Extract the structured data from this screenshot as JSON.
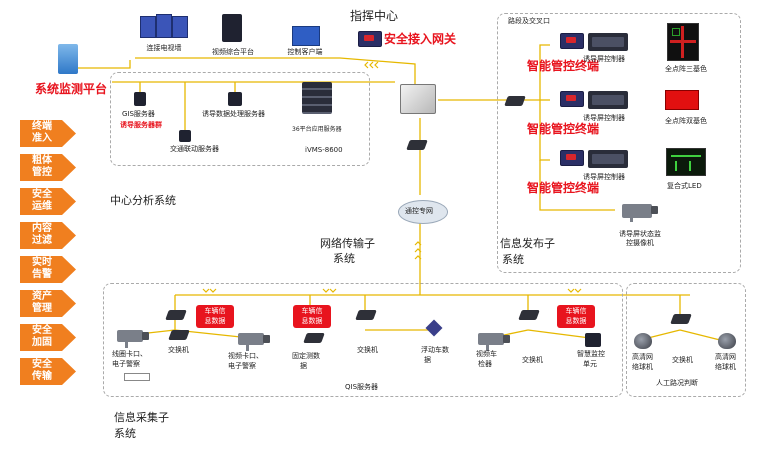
{
  "top": {
    "command_center": "指挥中心",
    "security_gateway": "安全接入网关",
    "video_wall": "连接电视墙",
    "video_platform": "视频综合平台",
    "control_client": "控制客户端"
  },
  "monitor_platform": "系统监测平台",
  "center": {
    "gis_server": "GIS服务器",
    "guide_server_group": "诱导服务器群",
    "guide_data_server": "诱导数据处理服务器",
    "platform_server": "36平台应用服务器",
    "traffic_server": "交通联动服务器",
    "ivms": "iVMS-8600",
    "section_title": "中心分析系统"
  },
  "side_labels": [
    {
      "l1": "终端",
      "l2": "准入"
    },
    {
      "l1": "粗体",
      "l2": "管控"
    },
    {
      "l1": "安全",
      "l2": "运维"
    },
    {
      "l1": "内容",
      "l2": "过滤"
    },
    {
      "l1": "实时",
      "l2": "告警"
    },
    {
      "l1": "资产",
      "l2": "管理"
    },
    {
      "l1": "安全",
      "l2": "加固"
    },
    {
      "l1": "安全",
      "l2": "传输"
    }
  ],
  "publish": {
    "road_label": "路段及交叉口",
    "terminal": "智能管控终端",
    "controller": "诱导屏控制器",
    "full_tri": "全点阵三基色",
    "full_dual": "全点阵双基色",
    "composite": "复合式LED",
    "status_cam_1": "诱导屏状态监",
    "status_cam_2": "控摄像机",
    "section_title_1": "信息发布子",
    "section_title_2": "系统"
  },
  "network": {
    "private_net": "通控专网",
    "title_1": "网络传输子",
    "title_2": "系统"
  },
  "collect": {
    "vehicle_info_1": "车辆信",
    "vehicle_info_2": "息数据",
    "checkpoint_1": "视频卡口、",
    "checkpoint_2": "电子警察",
    "coil_1": "线圈卡口、",
    "coil_2": "电子警察",
    "switch": "交换机",
    "fixed_1": "固定测数",
    "fixed_2": "据",
    "float_1": "浮动车数",
    "float_2": "据",
    "video_det_1": "视频车",
    "video_det_2": "检器",
    "smart_1": "智慧监控",
    "smart_2": "单元",
    "hd_cam_1": "高清网",
    "hd_cam_2": "络球机",
    "manual": "人工路况判断",
    "qis": "QIS服务器",
    "title_1": "信息采集子",
    "title_2": "系统"
  }
}
